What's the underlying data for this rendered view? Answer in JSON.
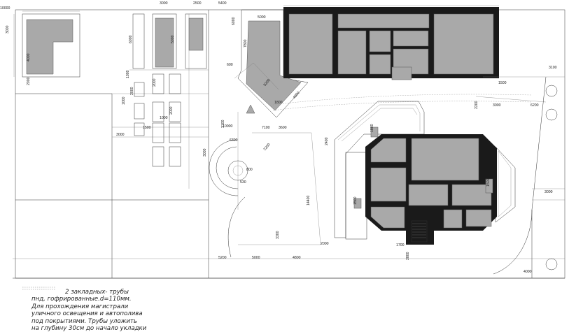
{
  "note": {
    "lines": [
      "2 закладных- трубы",
      "пнд, гофрированные.d=110мм.",
      "Для прохождения магистрали",
      "уличного освещения и автополива",
      "под покрытиями. Трубы уложить",
      "на глубину 30см до начало укладки"
    ]
  },
  "dimensions": {
    "top_3000": "3000",
    "top_2500": "2500",
    "top_5400": "5400",
    "left_10000": "10000",
    "left_3000": "3000",
    "left_4000": "4000",
    "left_2000": "2000",
    "park_6000": "6000",
    "park_5000": "5000",
    "col_1000a": "1000",
    "col_1000b": "1000",
    "col_2000a": "2000",
    "col_2000b": "2000",
    "col_2000c": "2000",
    "col_3000": "3000",
    "row_1500": "1500",
    "row_1000": "1000",
    "wedge_5000": "5000",
    "wedge_7800": "7800",
    "wedge_6000": "6000",
    "wedge_5200": "5200",
    "wedge_4000": "4000",
    "wedge_1800": "1800",
    "wedge_600": "600",
    "path_3000": "3000",
    "path_6200": "6200",
    "path_2200": "2200",
    "right_1500": "1500",
    "right_3100": "3100",
    "right_3000": "3000",
    "right_4000": "4000",
    "circle_6300": "6300",
    "circle_7100": "7100",
    "circle_3100": "3100",
    "circle_3600": "3600",
    "circle_3000": "3000",
    "circle_800": "800",
    "circle_530": "530",
    "circle_2200": "2200",
    "bottom_5200": "5200",
    "bottom_5000": "5000",
    "bottom_4800": "4800",
    "bottom_3300": "3300",
    "bottom_2000": "2000",
    "bottom_1700": "1700",
    "bottom_2800": "2800",
    "vert_10000": "10000",
    "vert_14400": "14400",
    "vert_2400": "2400",
    "house_1800": "1800",
    "house_1500a": "1500",
    "house_1500b": "1500"
  }
}
